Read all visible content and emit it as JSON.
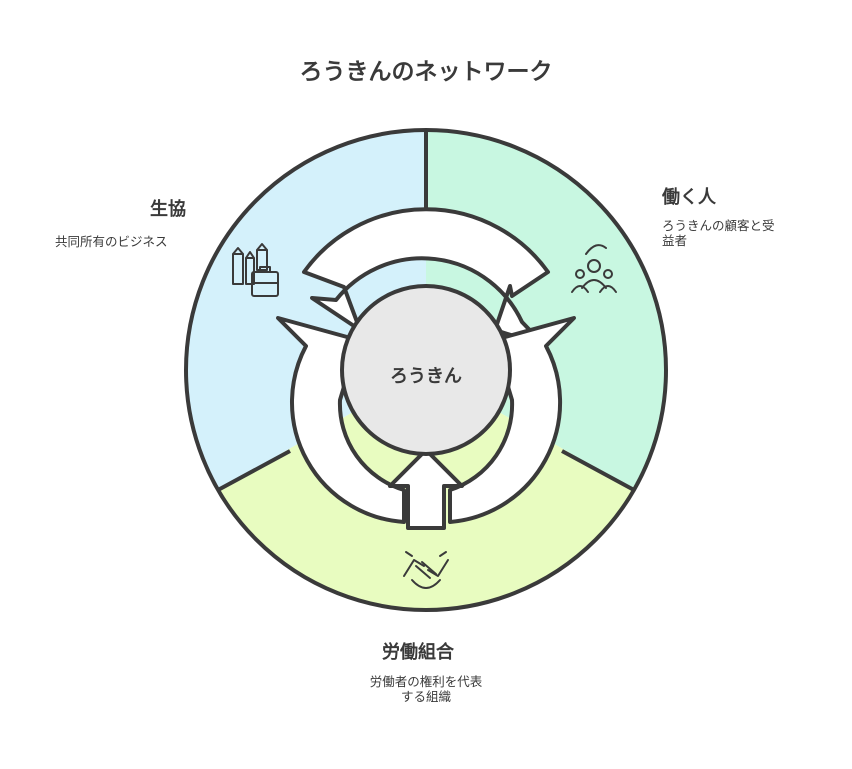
{
  "title": "ろうきんのネットワーク",
  "center": {
    "label": "ろうきん",
    "color": "#e8e8e8"
  },
  "segments": [
    {
      "id": "coop",
      "title": "生協",
      "description": "共同所有のビジネス",
      "color": "#d4f1fb",
      "icon": "buildings-briefcase-icon"
    },
    {
      "id": "workers",
      "title": "働く人",
      "description_lines": [
        "ろうきんの顧客と受",
        "益者"
      ],
      "color": "#c8f7e1",
      "icon": "people-group-icon"
    },
    {
      "id": "union",
      "title": "労働組合",
      "description_lines": [
        "労働者の権利を代表",
        "する組織"
      ],
      "color": "#e8fcc0",
      "icon": "handshake-icon"
    }
  ],
  "colors": {
    "stroke": "#3a3a3a",
    "arrow_fill": "#ffffff"
  }
}
